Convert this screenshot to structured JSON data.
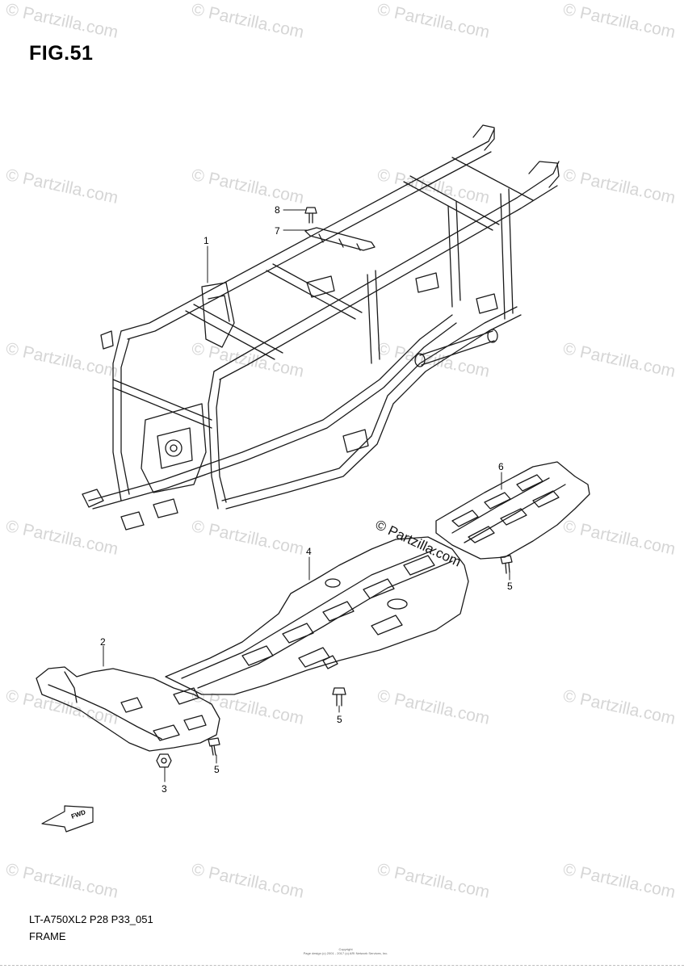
{
  "figure_label": "FIG.51",
  "watermark_text": "© Partzilla.com",
  "callouts": [
    {
      "num": "1"
    },
    {
      "num": "2"
    },
    {
      "num": "3"
    },
    {
      "num": "4"
    },
    {
      "num": "5"
    },
    {
      "num": "5"
    },
    {
      "num": "5"
    },
    {
      "num": "6"
    },
    {
      "num": "7"
    },
    {
      "num": "8"
    }
  ],
  "fwd_label": "FWD",
  "footer": {
    "code": "LT-A750XL2 P28 P33_051",
    "name": "FRAME"
  },
  "copyright": {
    "line1": "Copyright",
    "line2": "Page design (c) 2001 - 2017 (c) ARI Network Services, Inc."
  },
  "colors": {
    "line": "#1a1a1a",
    "watermark": "#d6d6d6"
  }
}
